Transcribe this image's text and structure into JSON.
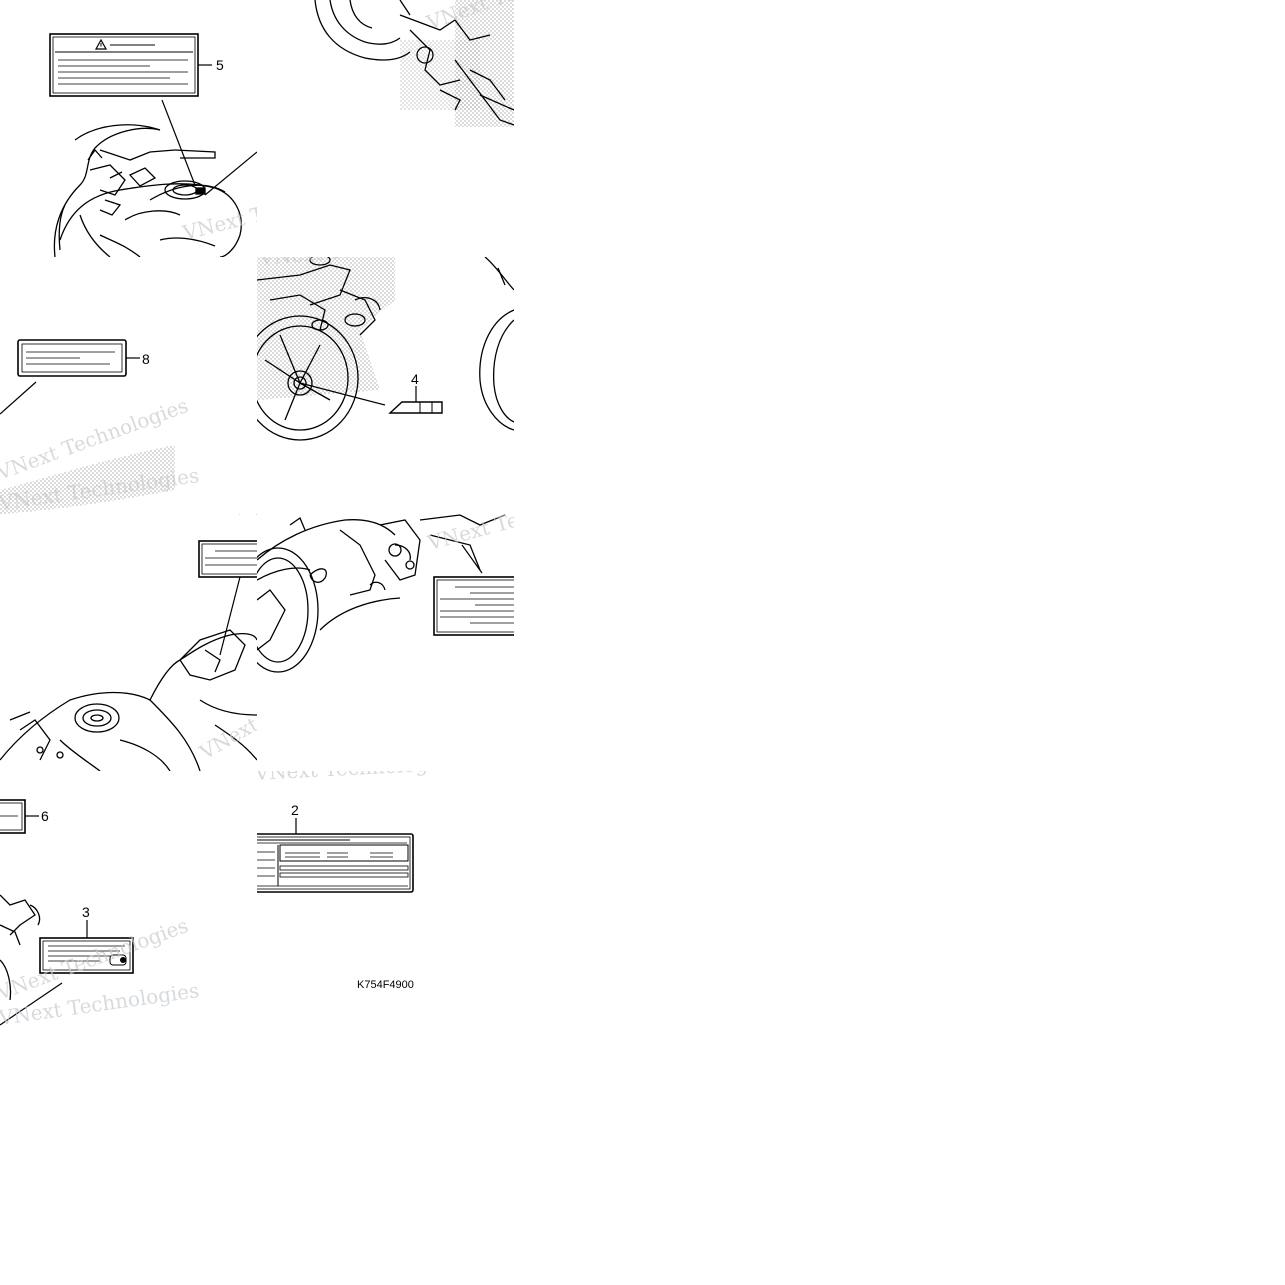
{
  "diagram": {
    "part_code": "K754F4900",
    "watermark_text": "VNext Technologies",
    "colors": {
      "ink": "#000000",
      "watermark": "#c7cbcf",
      "stipple": "#8c8c8c",
      "background": "#ffffff"
    },
    "callouts": {
      "c2": "2",
      "c3": "3",
      "c4": "4",
      "c5": "5",
      "c6": "6",
      "c8": "8"
    },
    "icons": {
      "warning": "warning-triangle-icon"
    }
  }
}
